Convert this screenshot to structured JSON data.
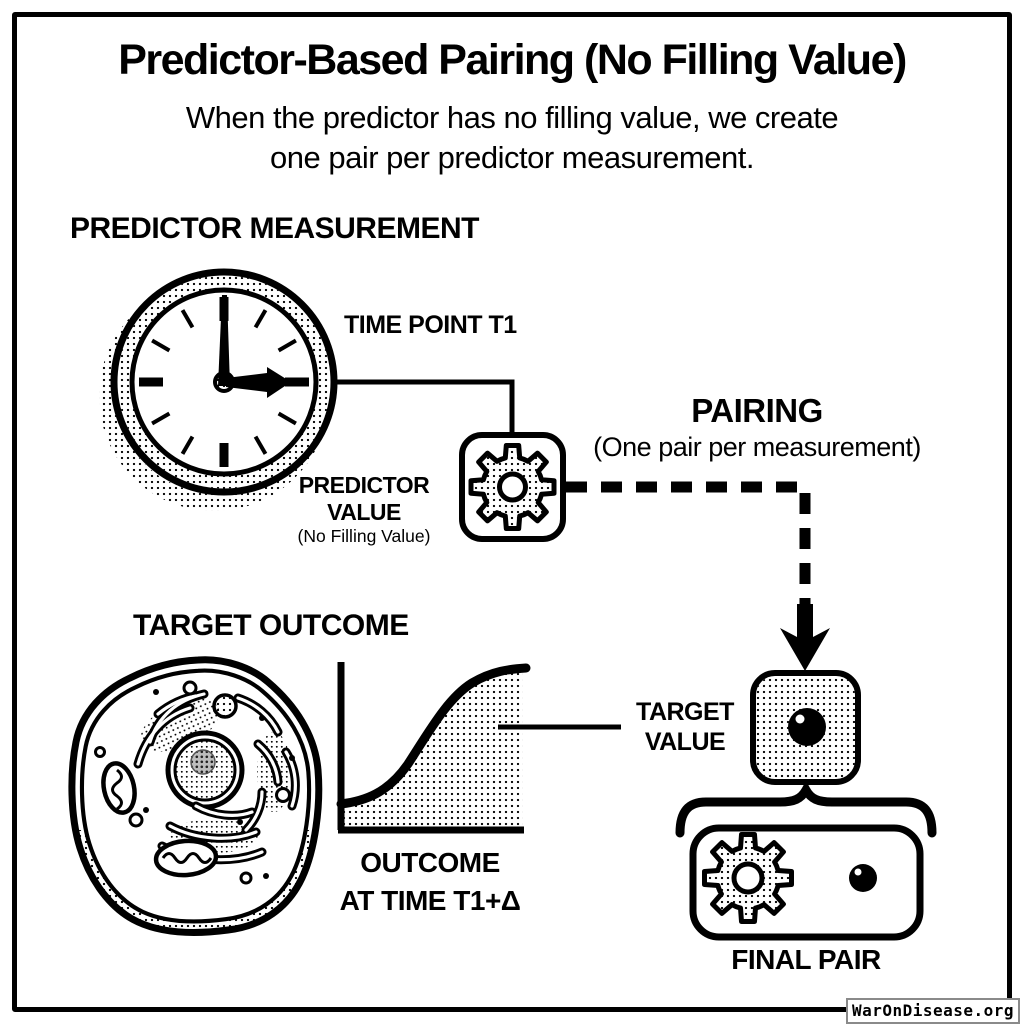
{
  "colors": {
    "ink": "#000000",
    "paper": "#ffffff",
    "watermark_border": "#8a8a8a",
    "stipple": "#000000"
  },
  "title": "Predictor-Based Pairing (No Filling Value)",
  "subtitle": {
    "line1": "When the predictor has no filling value, we create",
    "line2": "one pair per predictor measurement."
  },
  "predictor": {
    "heading": "PREDICTOR MEASUREMENT",
    "time_point": "TIME POINT T1",
    "value_line1": "PREDICTOR",
    "value_line2": "VALUE",
    "value_note": "(No Filling Value)",
    "clock_time": "3:00"
  },
  "pairing": {
    "heading": "PAIRING",
    "note": "(One pair per measurement)"
  },
  "target": {
    "heading": "TARGET OUTCOME",
    "outcome_line1": "OUTCOME",
    "outcome_line2": "AT TIME T1+Δ",
    "value_line1": "TARGET",
    "value_line2": "VALUE"
  },
  "final_pair": {
    "label": "FINAL PAIR"
  },
  "watermark": "WarOnDisease.org",
  "icons": {
    "clock": "clock-icon",
    "predictor_gear": "gear-icon",
    "target_sphere": "sphere-icon",
    "final_gear": "gear-icon",
    "final_sphere": "sphere-icon",
    "cell": "cell-icon",
    "arrow": "dashed-arrow-down-icon",
    "brace": "curly-brace-icon"
  },
  "chart_data": {
    "type": "area",
    "title": "TARGET OUTCOME",
    "xlabel": "OUTCOME AT TIME T1+Δ",
    "ylabel": "",
    "x_normalized": [
      0,
      0.15,
      0.3,
      0.45,
      0.6,
      0.75,
      0.9,
      1.0
    ],
    "y_normalized": [
      0.12,
      0.15,
      0.25,
      0.48,
      0.72,
      0.88,
      0.96,
      1.0
    ],
    "curve": "sigmoid",
    "axis_ticks": "none",
    "grid": false,
    "fill": "stippled area under curve"
  }
}
